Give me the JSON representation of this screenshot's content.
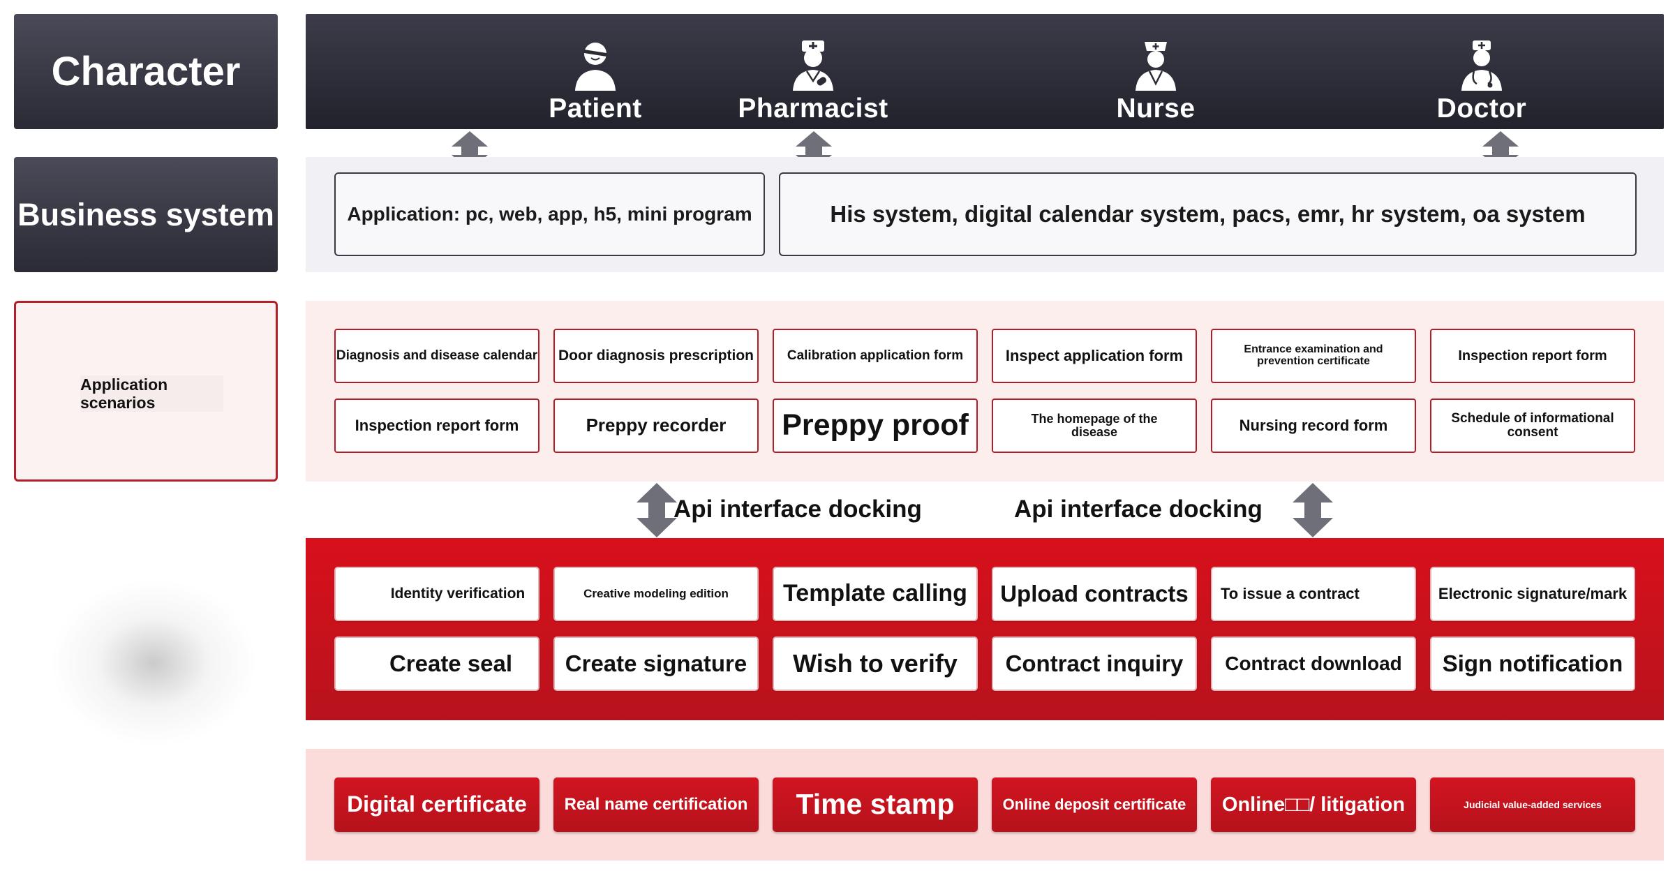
{
  "rows": {
    "character": "Character",
    "business_system": "Business system",
    "application_scenarios": "Application\nscenarios"
  },
  "characters": [
    {
      "label": "Patient",
      "icon": "patient-icon"
    },
    {
      "label": "Pharmacist",
      "icon": "pharmacist-icon"
    },
    {
      "label": "Nurse",
      "icon": "nurse-icon"
    },
    {
      "label": "Doctor",
      "icon": "doctor-icon"
    }
  ],
  "business": {
    "app_box": "Application: pc, web, app, h5, mini program",
    "his_box": "His system, digital calendar system, pacs, emr, hr system, oa system"
  },
  "scenarios": {
    "row1": [
      "Diagnosis and disease calendar",
      "Door diagnosis prescription",
      "Calibration application form",
      "Inspect application form",
      "Entrance examination and prevention certificate",
      "Inspection report form"
    ],
    "row2": [
      "Inspection report form",
      "Preppy recorder",
      "Preppy proof",
      "The homepage of the disease",
      "Nursing record form",
      "Schedule of informational consent"
    ]
  },
  "api": {
    "left": "Api interface docking",
    "right": "Api interface docking"
  },
  "services": {
    "row1": [
      "Identity verification",
      "Creative modeling edition",
      "Template calling",
      "Upload contracts",
      "To issue a contract",
      "Electronic signature/mark"
    ],
    "row2": [
      "Create seal",
      "Create signature",
      "Wish to verify",
      "Contract inquiry",
      "Contract download",
      "Sign notification"
    ]
  },
  "base": [
    "Digital certificate",
    "Real name certification",
    "Time stamp",
    "Online deposit certificate",
    "Online□□/ litigation",
    "Judicial value-added services"
  ],
  "colors": {
    "dark": "#2b2b36",
    "red": "#c8131e",
    "pink_band": "#fbeeed",
    "rose_band": "#fcdcdb",
    "gray_band": "#f0f0f5"
  }
}
